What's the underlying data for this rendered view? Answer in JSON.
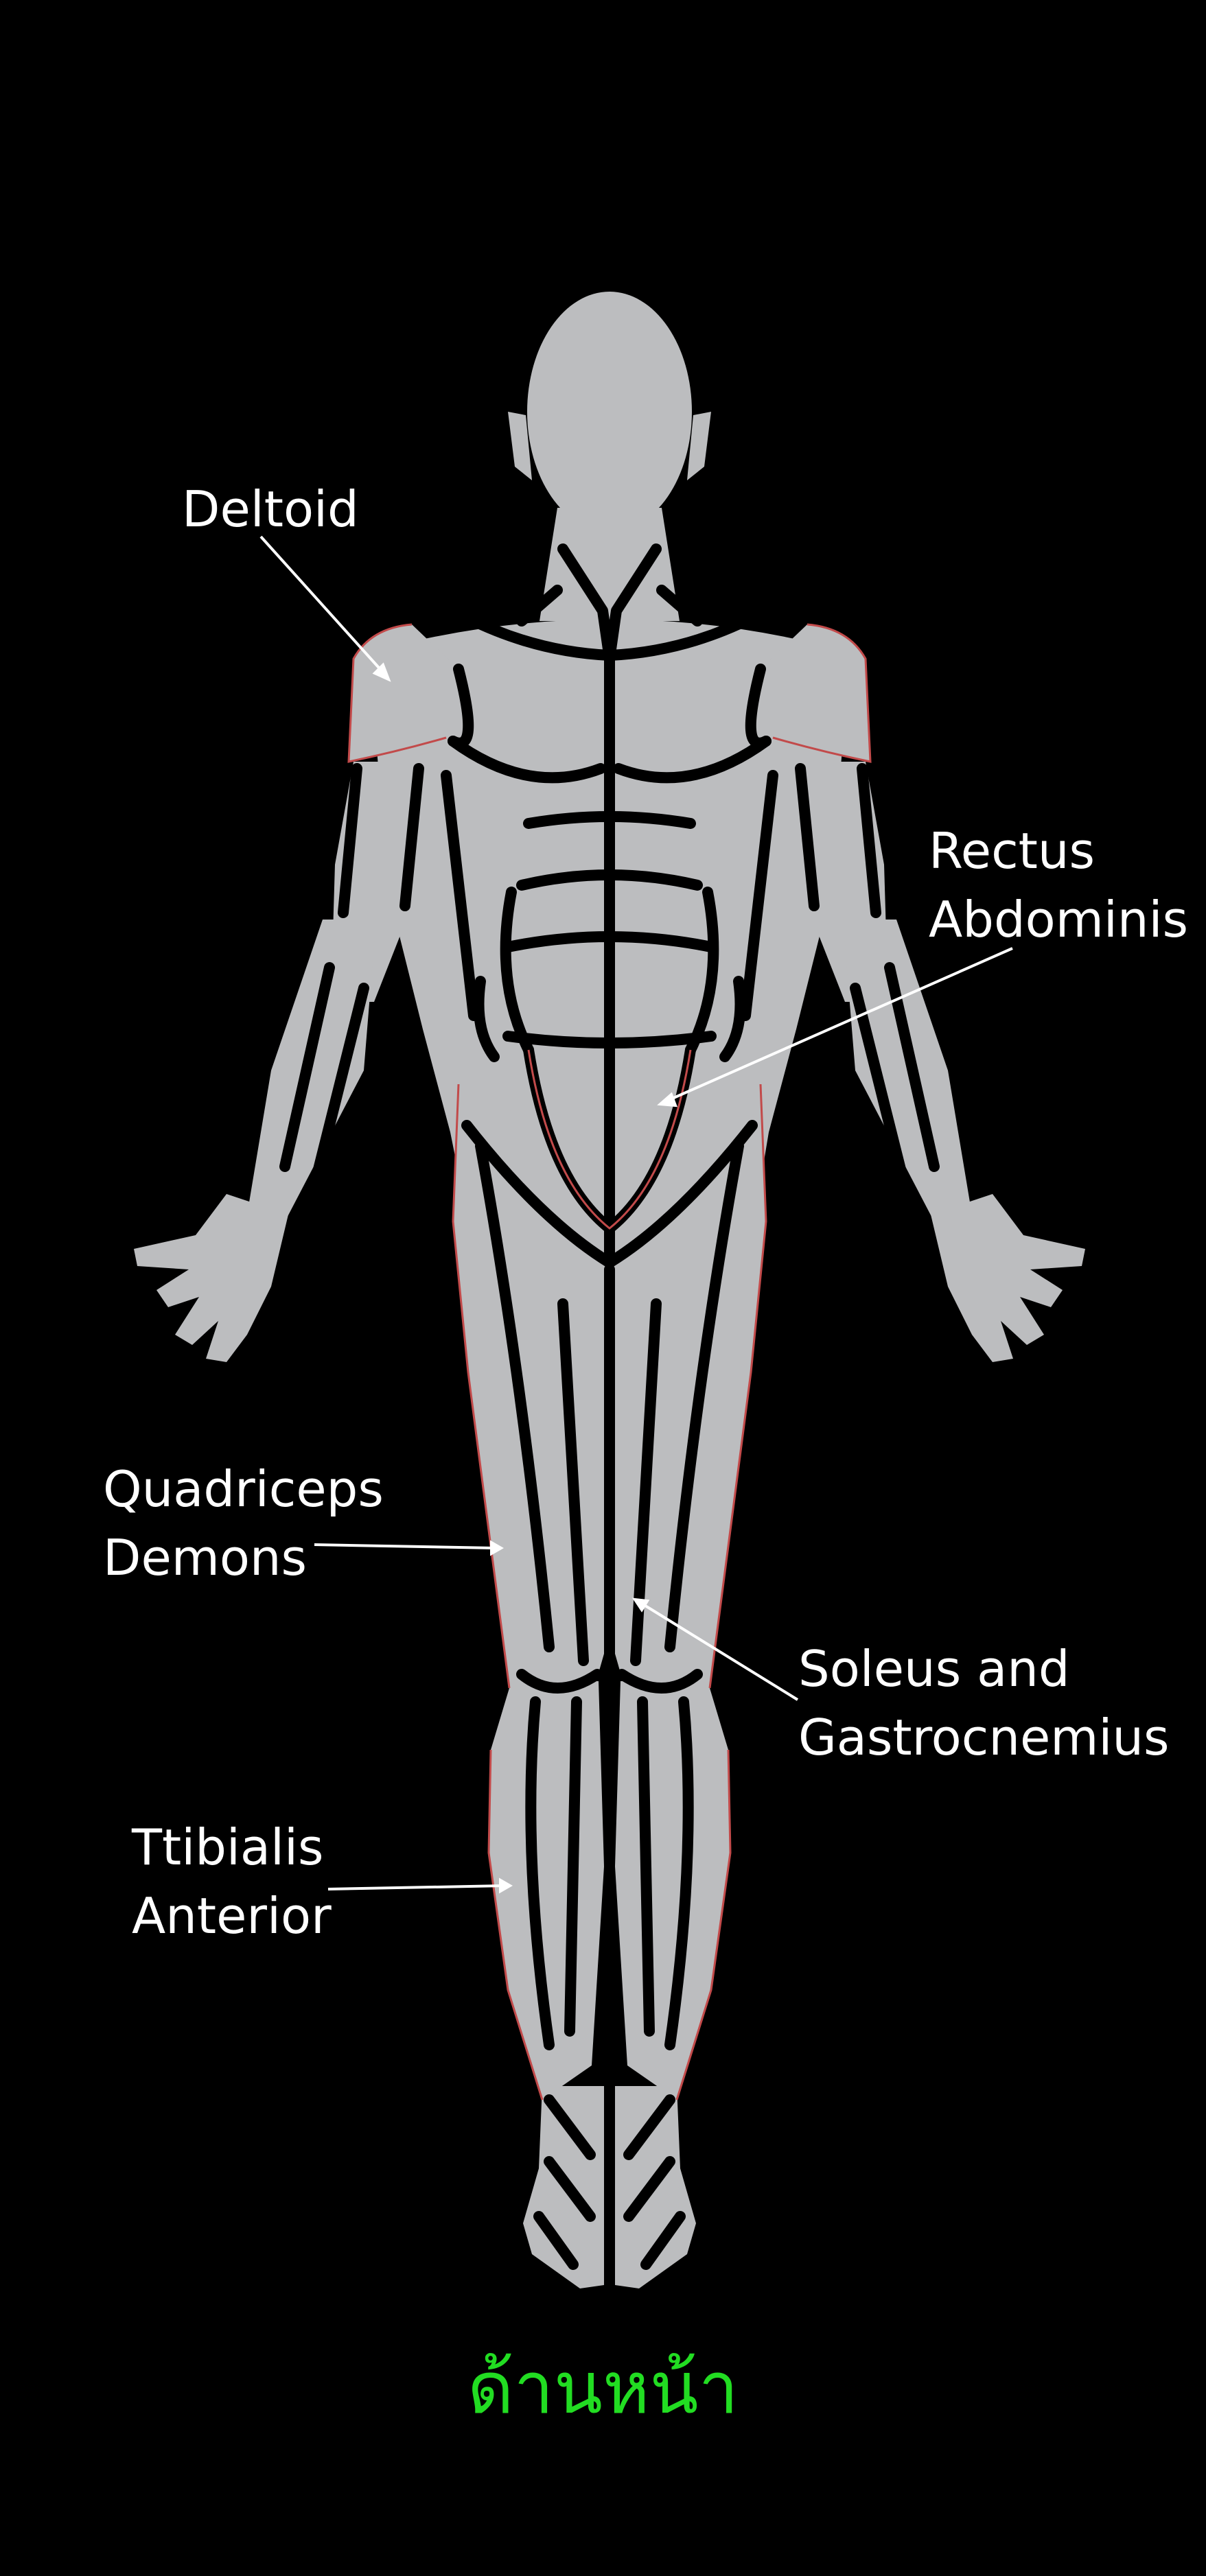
{
  "labels": {
    "deltoid": "Deltoid",
    "rectus_line1": "Rectus",
    "rectus_line2": "Abdominis",
    "quad_line1": "Quadriceps",
    "quad_line2": "Demons",
    "soleus_line1": "Soleus and",
    "soleus_line2": "Gastrocnemius",
    "tibialis_line1": "Ttibialis",
    "tibialis_line2": "Anterior"
  },
  "caption": "ด้านหน้า",
  "colors": {
    "background": "#000000",
    "body_fill": "#bcbdbf",
    "muscle_separator": "#000000",
    "muscle_outline": "#c24a4a",
    "label_text": "#ffffff",
    "leader_line": "#ffffff",
    "caption_text": "#22dd22"
  }
}
